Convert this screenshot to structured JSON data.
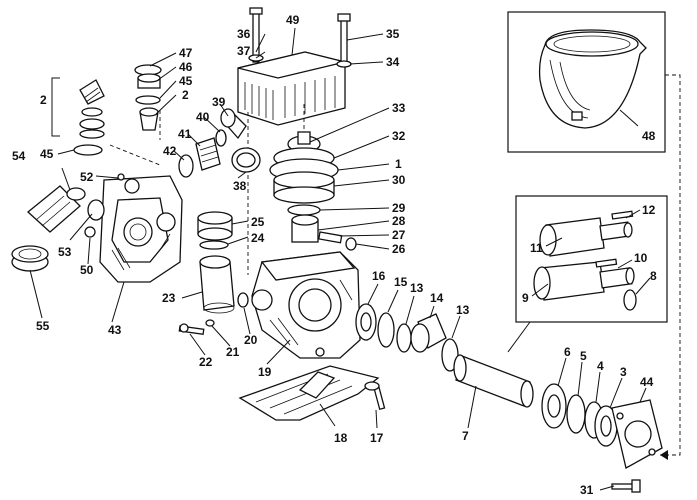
{
  "labels": {
    "l1": "1",
    "l2a": "2",
    "l2b": "2",
    "l3": "3",
    "l4": "4",
    "l5": "5",
    "l6": "6",
    "l7": "7",
    "l8": "8",
    "l9": "9",
    "l10": "10",
    "l11": "11",
    "l12": "12",
    "l13a": "13",
    "l13b": "13",
    "l14": "14",
    "l15": "15",
    "l16": "16",
    "l17": "17",
    "l18": "18",
    "l19": "19",
    "l20": "20",
    "l21": "21",
    "l22": "22",
    "l23": "23",
    "l24": "24",
    "l25": "25",
    "l26": "26",
    "l27": "27",
    "l28": "28",
    "l29": "29",
    "l30": "30",
    "l31": "31",
    "l32": "32",
    "l33": "33",
    "l34": "34",
    "l35": "35",
    "l36": "36",
    "l37": "37",
    "l38": "38",
    "l39": "39",
    "l40": "40",
    "l41": "41",
    "l42": "42",
    "l43": "43",
    "l44": "44",
    "l45a": "45",
    "l45b": "45",
    "l46": "46",
    "l47": "47",
    "l48": "48",
    "l49": "49",
    "l50": "50",
    "l52": "52",
    "l53": "53",
    "l54": "54",
    "l55": "55"
  }
}
